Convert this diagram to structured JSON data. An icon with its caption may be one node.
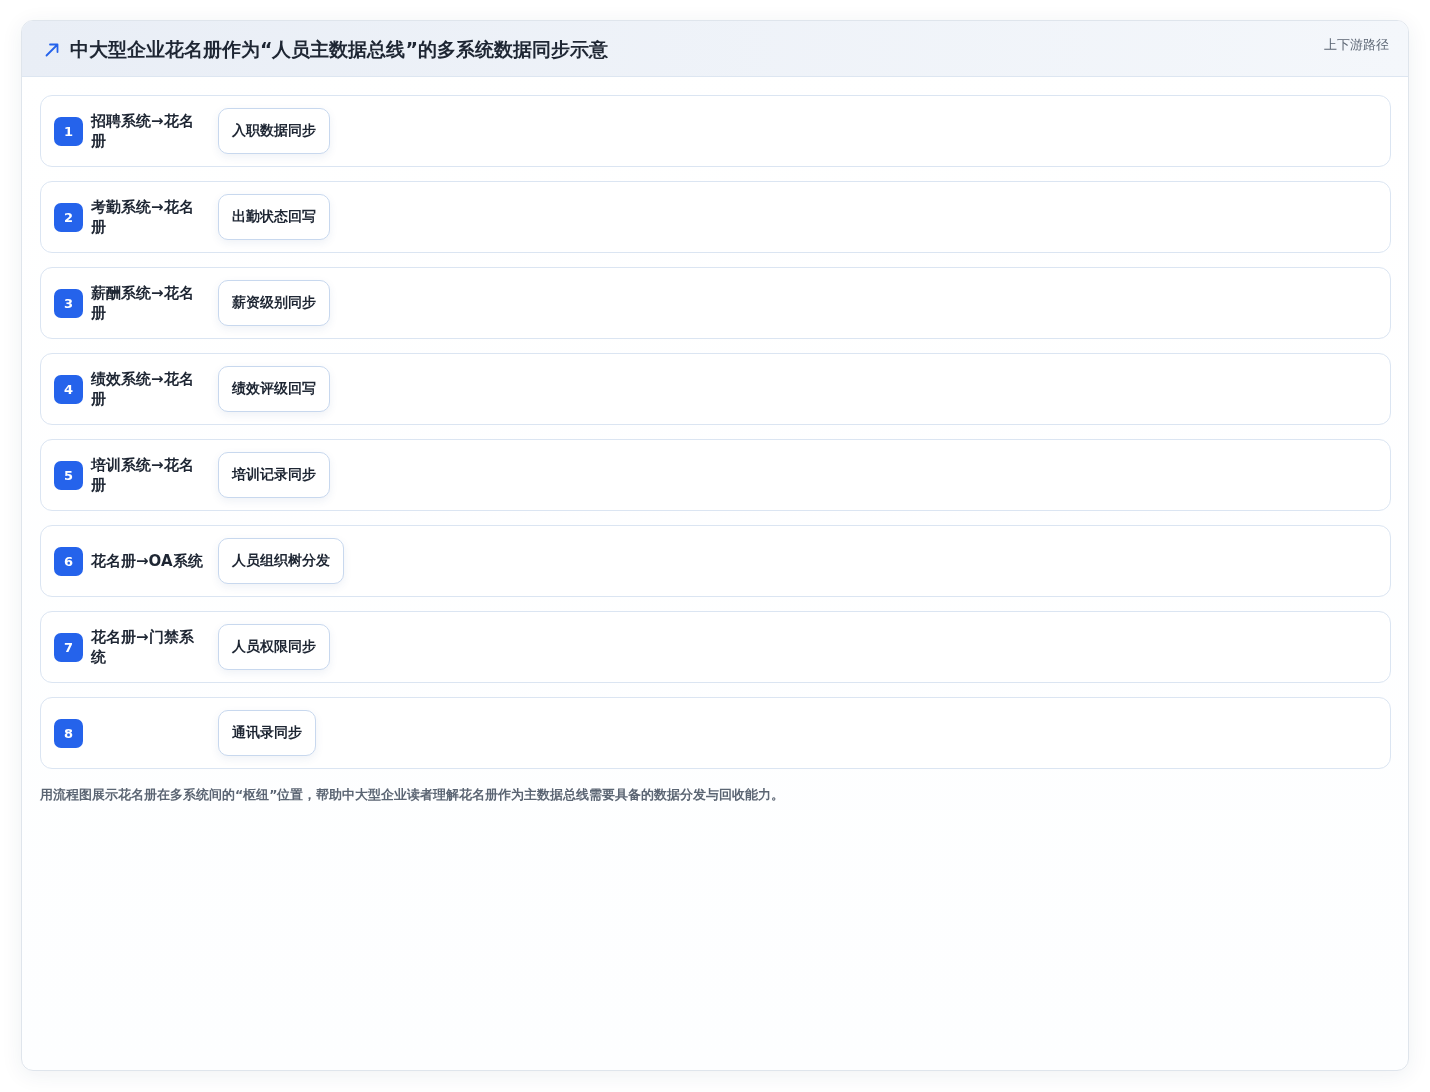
{
  "diagram": {
    "title": "中大型企业花名册作为“人员主数据总线”的多系统数据同步示意",
    "caption": "用流程图展示花名册在多系统间的“枢纽”位置，帮助中大型企业读者理解花名册作为主数据总线需要具备的数据分发与回收能力。",
    "nodes": [
      {
        "text": [
          "招聘系统→花名册"
        ]
      },
      {
        "text": [
          "1"
        ],
        "in": 0
      },
      {
        "text": [
          "入职数据同步"
        ],
        "in": 0
      },
      {
        "text": [
          "考勤系统→花名册"
        ]
      },
      {
        "text": [
          "2"
        ],
        "in": 3
      },
      {
        "text": [
          "出勤状态回写"
        ],
        "in": 3
      },
      {
        "text": [
          "薪酬系统→花名册"
        ]
      },
      {
        "text": [
          "3"
        ],
        "in": 6
      },
      {
        "text": [
          "薪资级别同步"
        ],
        "in": 6
      },
      {
        "text": [
          "绩效系统→花名册"
        ]
      },
      {
        "text": [
          "4"
        ],
        "in": 9
      },
      {
        "text": [
          "绩效评级回写"
        ],
        "in": 9
      },
      {
        "text": [
          "培训系统→花名册"
        ]
      },
      {
        "text": [
          "5"
        ],
        "in": 12
      },
      {
        "text": [
          "培训记录同步"
        ],
        "in": 12
      },
      {
        "text": [
          "花名册→OA系统"
        ]
      },
      {
        "text": [
          "6"
        ],
        "in": 15
      },
      {
        "text": [
          "人员组织树分发"
        ],
        "in": 15
      },
      {
        "text": [
          "花名册→门禁系统"
        ]
      },
      {
        "text": [
          "7"
        ],
        "in": 18
      },
      {
        "text": [
          "人员权限同步"
        ],
        "in": 18
      },
      {
        "text": [],
        "shape": "box"
      },
      {
        "text": [
          "8"
        ],
        "in": 21
      },
      {
        "text": [
          "通讯录同步"
        ],
        "in": 21
      }
    ],
    "labels": [
      "上下游路径"
    ]
  }
}
